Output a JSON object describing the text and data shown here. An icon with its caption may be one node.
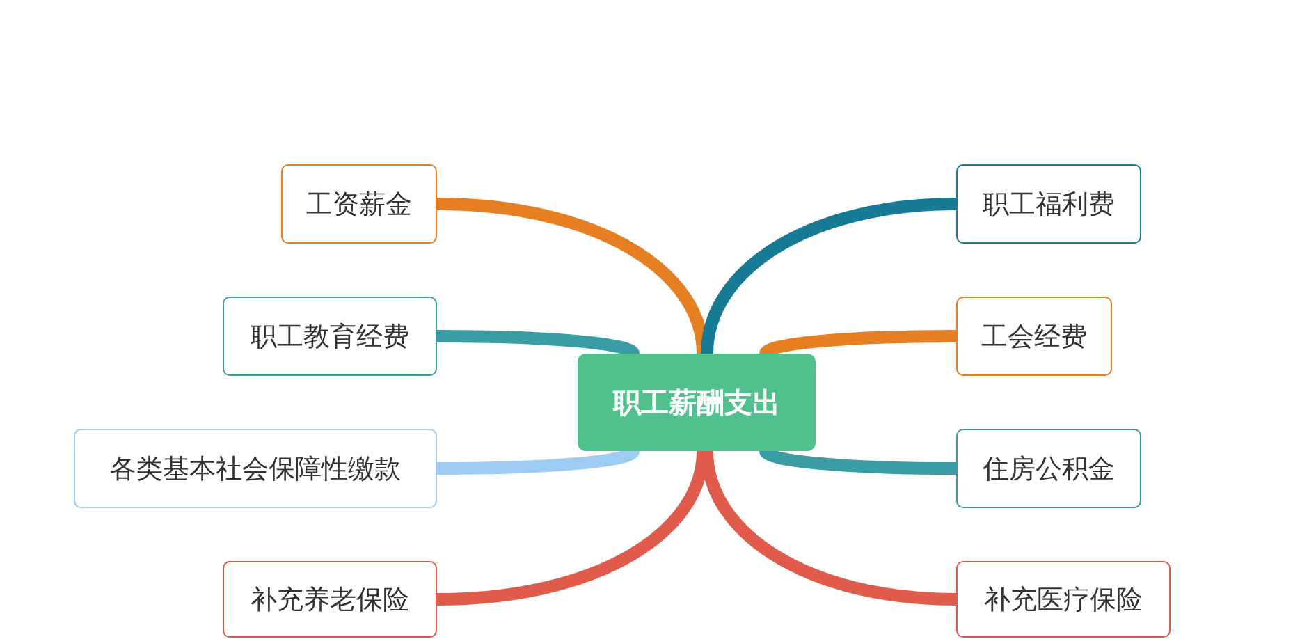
{
  "diagram": {
    "nodes": [
      {
        "text": [
          "职工薪酬支出"
        ]
      },
      {
        "text": [
          "工资薪金"
        ]
      },
      {
        "text": [
          "职工教育经费"
        ]
      },
      {
        "text": [
          "各类基本社会保障性缴款"
        ]
      },
      {
        "text": [
          "补充养老保险"
        ]
      },
      {
        "text": [
          "职工福利费"
        ]
      },
      {
        "text": [
          "工会经费"
        ]
      },
      {
        "text": [
          "住房公积金"
        ]
      },
      {
        "text": [
          "补充医疗保险"
        ]
      }
    ],
    "edges": [
      {
        "from": 0,
        "to": 1,
        "arrow": "none",
        "color": "#e67e22"
      },
      {
        "from": 0,
        "to": 2,
        "arrow": "none",
        "color": "#3a9da6"
      },
      {
        "from": 0,
        "to": 3,
        "arrow": "none",
        "color": "#9ecbf2"
      },
      {
        "from": 0,
        "to": 4,
        "arrow": "none",
        "color": "#e05b4c"
      },
      {
        "from": 0,
        "to": 5,
        "arrow": "none",
        "color": "#177b95"
      },
      {
        "from": 0,
        "to": 6,
        "arrow": "none",
        "color": "#e67e22"
      },
      {
        "from": 0,
        "to": 7,
        "arrow": "none",
        "color": "#3a9da6"
      },
      {
        "from": 0,
        "to": 8,
        "arrow": "none",
        "color": "#e05b4c"
      }
    ]
  }
}
